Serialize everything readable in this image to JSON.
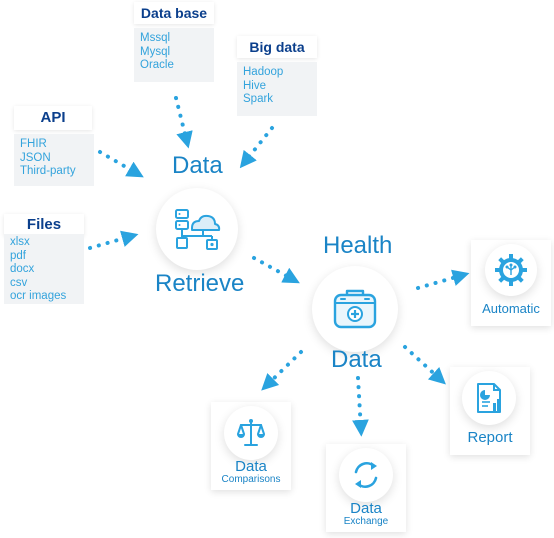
{
  "sources": {
    "database": {
      "title": "Data base",
      "items": [
        "Mssql",
        "Mysql",
        "Oracle"
      ]
    },
    "bigdata": {
      "title": "Big data",
      "items": [
        "Hadoop",
        "Hive",
        "Spark"
      ]
    },
    "api": {
      "title": "API",
      "items": [
        "FHIR",
        "JSON",
        "Third-party"
      ]
    },
    "files": {
      "title": "Files",
      "items": [
        "xlsx",
        "pdf",
        "docx",
        "csv",
        "ocr images"
      ]
    }
  },
  "retrieve": {
    "line1": "Data",
    "line2": "Retrieve"
  },
  "health": {
    "line1": "Health",
    "line2": "Data"
  },
  "outputs": {
    "automatic": {
      "label": "Automatic"
    },
    "report": {
      "label": "Report"
    },
    "comparisons": {
      "label": "Data",
      "sub": "Comparisons"
    },
    "exchange": {
      "label": "Data",
      "sub": "Exchange"
    }
  },
  "colors": {
    "arrow": "#2aa3df",
    "accent": "#1a84c6",
    "heading": "#0b3f8c",
    "list": "#33a3dc"
  }
}
